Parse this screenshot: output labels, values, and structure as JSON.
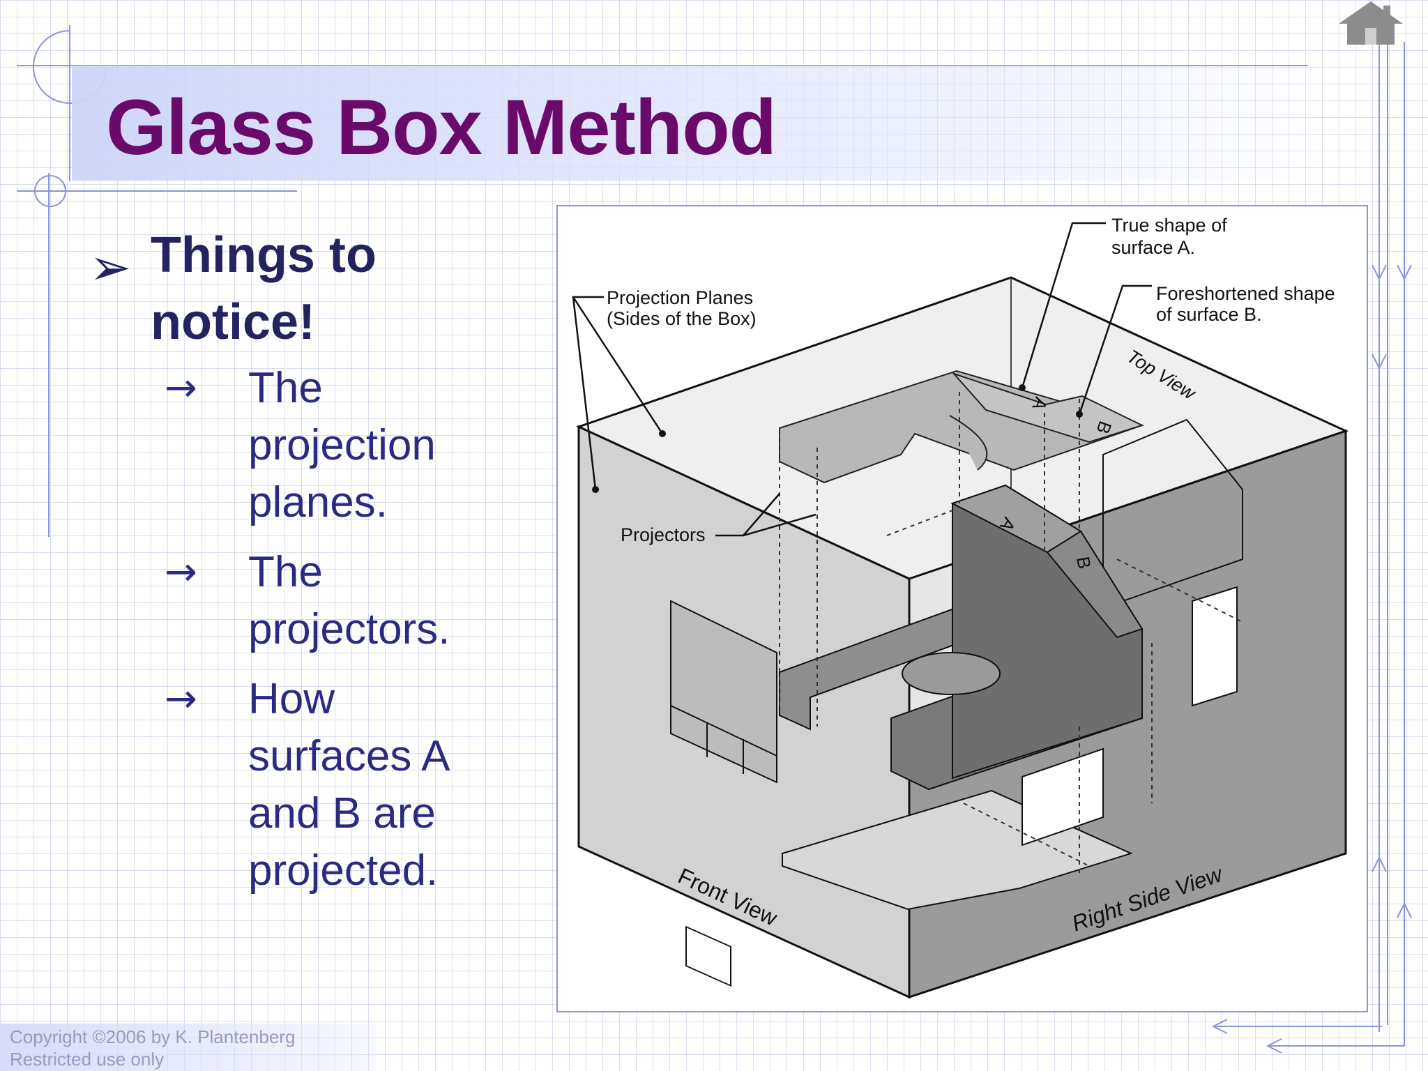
{
  "slide": {
    "title": "Glass Box Method"
  },
  "bullet": {
    "marker": "➢",
    "text": "Things to notice!"
  },
  "subbullets": [
    {
      "arrow": "→",
      "text": "The projection planes."
    },
    {
      "arrow": "→",
      "text": "The projectors."
    },
    {
      "arrow": "→",
      "text": "How surfaces A and B are projected."
    }
  ],
  "figure": {
    "labels": {
      "true_shape_1": "True shape of",
      "true_shape_2": "surface A.",
      "foreshortened_1": "Foreshortened shape",
      "foreshortened_2": "of surface B.",
      "planes_1": "Projection Planes",
      "planes_2": "(Sides of the Box)",
      "projectors": "Projectors",
      "top_view": "Top View",
      "front_view": "Front View",
      "right_view": "Right Side View",
      "surface_a": "A",
      "surface_b": "B"
    }
  },
  "footer": {
    "copyright": "Copyright ©2006 by K. Plantenberg",
    "restricted": "Restricted use only"
  },
  "icons": {
    "home": "home-icon",
    "bullet_marker": "arrowhead-bullet-icon",
    "sub_arrow": "right-arrow-icon"
  },
  "colors": {
    "title": "#6a0a6a",
    "body_text": "#2a2a82",
    "accent_lines": "#8a94d8"
  }
}
